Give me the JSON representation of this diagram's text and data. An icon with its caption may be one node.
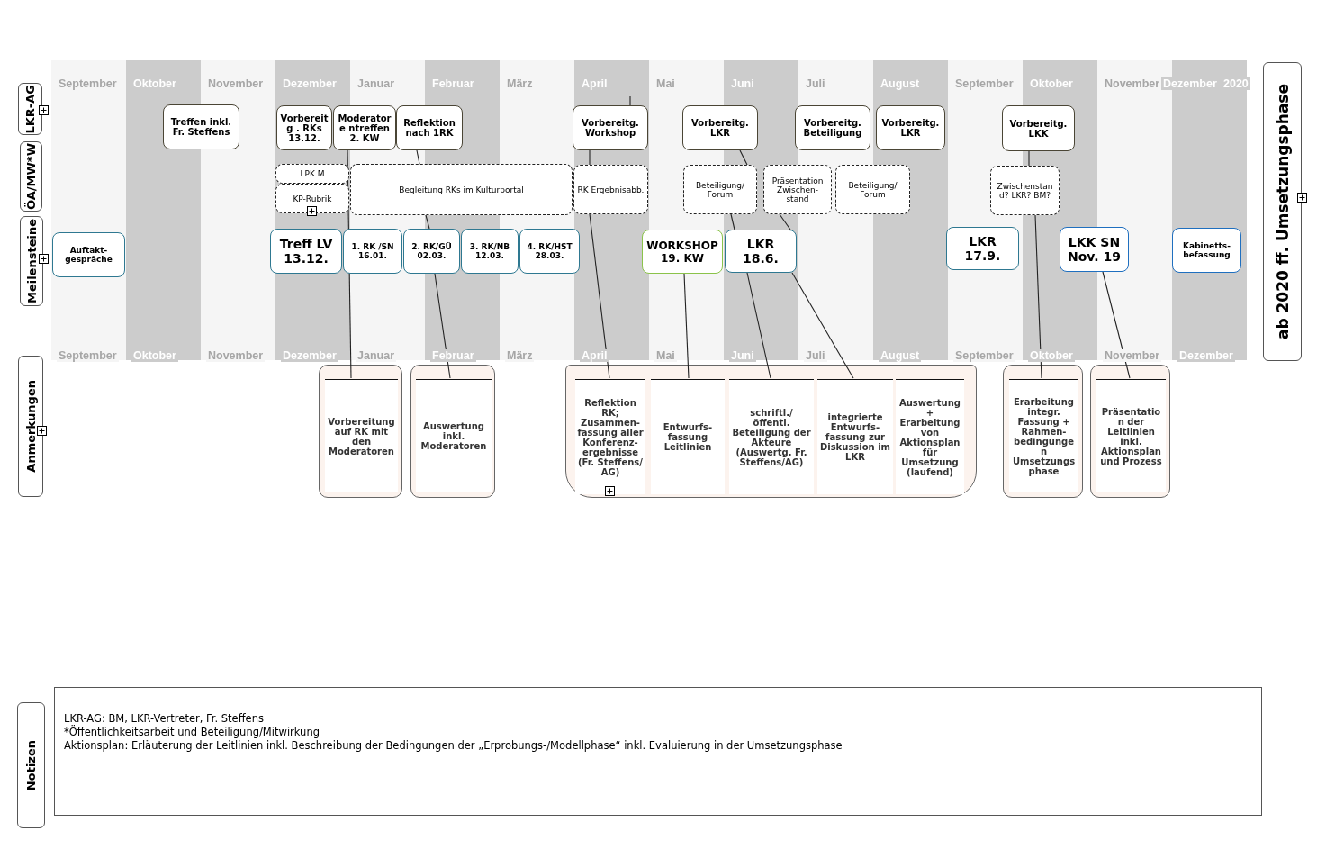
{
  "diagram": {
    "nodes": [
      {
        "text": [
          "LKR-AG"
        ]
      },
      {
        "text": [
          "ÖA/MW*W"
        ]
      },
      {
        "text": [
          "Meilensteine"
        ]
      },
      {
        "text": [
          "Anmerkungen"
        ]
      },
      {
        "text": [
          "Notizen"
        ]
      },
      {
        "text": [
          "ab 2020 ff. Umsetzungsphase"
        ]
      },
      {
        "text": [
          "Treffen inkl. Fr. Steffens"
        ]
      },
      {
        "text": [
          "Vorbereitg . RKs 13.12."
        ]
      },
      {
        "text": [
          "Moderatore ntreffen 2. KW"
        ]
      },
      {
        "text": [
          "Reflektion nach 1RK"
        ]
      },
      {
        "text": [
          "Vorbereitg. Workshop"
        ]
      },
      {
        "text": [
          "Vorbereitg. LKR"
        ]
      },
      {
        "text": [
          "Vorbereitg. Beteiligung"
        ]
      },
      {
        "text": [
          "Vorbereitg. LKR"
        ]
      },
      {
        "text": [
          "Vorbereitg. LKK"
        ]
      },
      {
        "text": [
          "LPK M"
        ]
      },
      {
        "text": [
          "KP-Rubrik"
        ]
      },
      {
        "text": [
          "Begleitung RKs im Kulturportal"
        ]
      },
      {
        "text": [
          "RK Ergebnisabb."
        ]
      },
      {
        "text": [
          "Beteiligung/ Forum"
        ]
      },
      {
        "text": [
          "Präsentation Zwischen- stand"
        ]
      },
      {
        "text": [
          "Beteiligung/ Forum"
        ]
      },
      {
        "text": [
          "Zwischenstan d? LKR? BM?"
        ]
      },
      {
        "text": [
          "Auftakt- gespräche"
        ]
      },
      {
        "text": [
          "Treff LV 13.12."
        ]
      },
      {
        "text": [
          "1. RK /SN 16.01."
        ]
      },
      {
        "text": [
          "2. RK/GÜ 02.03."
        ]
      },
      {
        "text": [
          "3. RK/NB 12.03."
        ]
      },
      {
        "text": [
          "4. RK/HST 28.03."
        ]
      },
      {
        "text": [
          "WORKSHOP 19. KW"
        ]
      },
      {
        "text": [
          "LKR 18.6."
        ]
      },
      {
        "text": [
          "LKR 17.9."
        ]
      },
      {
        "text": [
          "LKK SN Nov. 19"
        ]
      },
      {
        "text": [
          "Kabinetts- befassung"
        ]
      },
      {
        "text": [],
        "shape": "box"
      },
      {
        "text": [
          "Vorbereitung auf RK mit den Moderatoren"
        ],
        "in": 34
      },
      {
        "text": [],
        "shape": "box"
      },
      {
        "text": [
          "Auswertung inkl. Moderatoren"
        ],
        "in": 36
      },
      {
        "text": [],
        "shape": "box"
      },
      {
        "text": [
          "Reflektion RK; Zusammen- fassung aller Konferenz- ergebnisse (Fr. Steffens/ AG)"
        ],
        "in": 38
      },
      {
        "text": [
          "Entwurfs- fassung Leitlinien"
        ],
        "in": 38
      },
      {
        "text": [
          "schriftl./ öffentl. Beteiligung der Akteure (Auswertg. Fr. Steffens/AG)"
        ],
        "in": 38
      },
      {
        "text": [
          "integrierte Entwurfs- fassung zur Diskussion im LKR"
        ],
        "in": 38
      },
      {
        "text": [
          "Auswertung + Erarbeitung von Aktionsplan für Umsetzung (laufend)"
        ],
        "in": 38
      },
      {
        "text": [],
        "shape": "box"
      },
      {
        "text": [
          "Erarbeitung integr. Fassung + Rahmen- bedingunge n Umsetzungs phase"
        ],
        "in": 44
      },
      {
        "text": [],
        "shape": "box"
      },
      {
        "text": [
          "Präsentatio n der Leitlinien inkl. Aktionsplan und Prozess"
        ],
        "in": 46
      },
      {
        "text": [
          "LKR-AG: BM, LKR-Vertreter, Fr. Steffens",
          "*Öffentlichkeitsarbeit und Beteiligung/Mitwirkung",
          "Aktionsplan: Erläuterung der Leitlinien inkl. Beschreibung der Bedingungen der „Erprobungs-/Modellphase“ inkl. Evaluierung in der Umsetzungsphase"
        ]
      }
    ],
    "edges": [
      {
        "from": 8,
        "to": 35,
        "arrow": "none"
      },
      {
        "from": 9,
        "to": 17,
        "arrow": "none"
      },
      {
        "from": 17,
        "to": 26,
        "arrow": "none"
      },
      {
        "from": 26,
        "to": 37,
        "arrow": "none"
      },
      {
        "from": null,
        "to": 10,
        "arrow": "none"
      },
      {
        "from": 10,
        "to": 18,
        "arrow": "none"
      },
      {
        "from": 18,
        "to": 39,
        "arrow": "none"
      },
      {
        "from": 29,
        "to": 40,
        "arrow": "none"
      },
      {
        "from": 11,
        "to": 19,
        "arrow": "none"
      },
      {
        "from": 19,
        "to": 30,
        "arrow": "none"
      },
      {
        "from": 30,
        "to": 41,
        "arrow": "none"
      },
      {
        "from": 20,
        "to": 30,
        "arrow": "none"
      },
      {
        "from": 30,
        "to": 42,
        "arrow": "none"
      },
      {
        "from": 14,
        "to": 22,
        "arrow": "none"
      },
      {
        "from": 22,
        "to": 45,
        "arrow": "none"
      },
      {
        "from": 32,
        "to": 47,
        "arrow": "none"
      }
    ],
    "labels": [
      "September",
      "Oktober",
      "November",
      "Dezember",
      "Januar",
      "Februar",
      "März",
      "April",
      "Mai",
      "Juni",
      "Juli",
      "August",
      "September",
      "Oktober",
      "November",
      "Dezember",
      "2020",
      "September",
      "Oktober",
      "November",
      "Dezember",
      "Januar",
      "Februar",
      "März",
      "April",
      "Mai",
      "Juni",
      "Juli",
      "August",
      "September",
      "Oktober",
      "November",
      "Dezember"
    ]
  }
}
